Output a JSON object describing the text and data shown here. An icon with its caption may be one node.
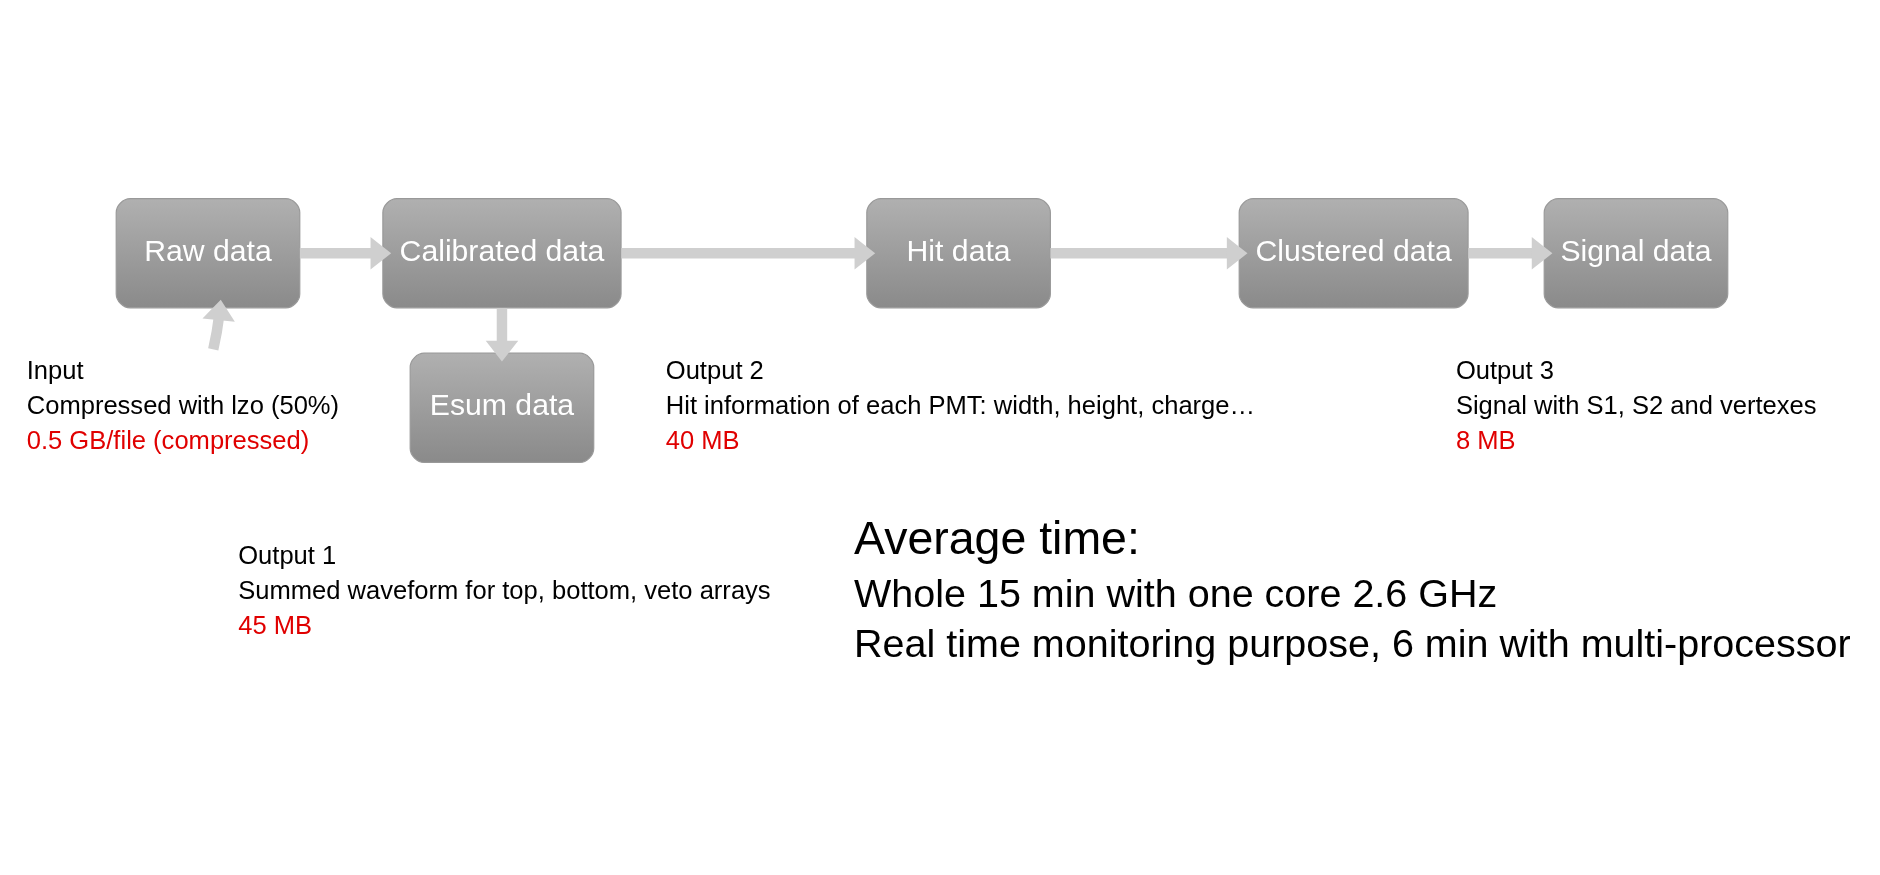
{
  "diagram": {
    "nodes": [
      {
        "text": [
          "Raw data"
        ]
      },
      {
        "text": [
          "Calibrated data"
        ]
      },
      {
        "text": [
          "Hit data"
        ],
        "beside": [
          "Output 2",
          "Hit information of each PMT: width, height, charge…",
          "40 MB"
        ]
      },
      {
        "text": [
          "Clustered data"
        ]
      },
      {
        "text": [
          "Signal data"
        ],
        "beside": [
          "Output 3",
          "Signal with S1, S2 and vertexes",
          "8 MB"
        ]
      },
      {
        "text": [
          "Esum data"
        ],
        "beside": [
          "Output 1",
          "Summed waveform for top, bottom, veto arrays",
          "45 MB"
        ]
      },
      {
        "text": [
          "Input",
          "Compressed with lzo (50%)",
          "0.5 GB/file (compressed)"
        ]
      }
    ],
    "edges": [
      {
        "from": 0,
        "to": 1,
        "arrow": "to"
      },
      {
        "from": 1,
        "to": 2,
        "arrow": "to"
      },
      {
        "from": 2,
        "to": 3,
        "arrow": "to"
      },
      {
        "from": 3,
        "to": 4,
        "arrow": "to"
      },
      {
        "from": 1,
        "to": 5,
        "arrow": "to"
      },
      {
        "from": 6,
        "to": 0,
        "arrow": "to"
      }
    ],
    "labels": [
      "Average time:",
      "Whole 15 min with one core 2.6 GHz",
      "Real time monitoring purpose, 6 min with multi-processor"
    ]
  }
}
